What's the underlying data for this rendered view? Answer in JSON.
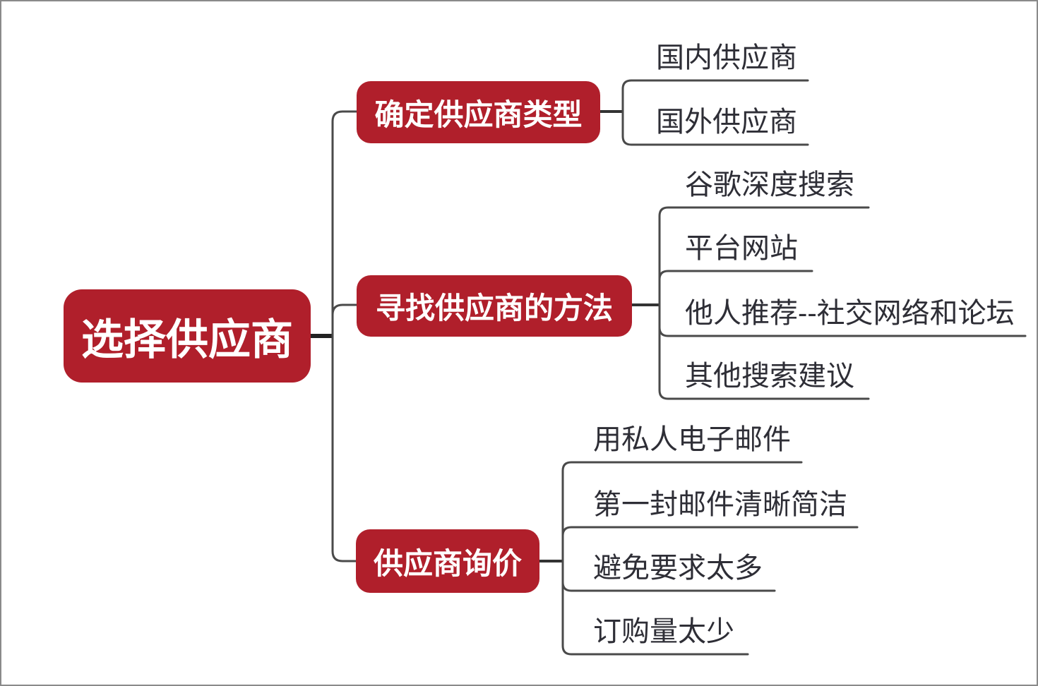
{
  "diagram": {
    "type": "mindmap",
    "root": {
      "label": "选择供应商"
    },
    "branches": [
      {
        "label": "确定供应商类型",
        "children": [
          {
            "label": "国内供应商"
          },
          {
            "label": "国外供应商"
          }
        ]
      },
      {
        "label": "寻找供应商的方法",
        "children": [
          {
            "label": "谷歌深度搜索"
          },
          {
            "label": "平台网站"
          },
          {
            "label": "他人推荐--社交网络和论坛"
          },
          {
            "label": "其他搜索建议"
          }
        ]
      },
      {
        "label": "供应商询价",
        "children": [
          {
            "label": "用私人电子邮件"
          },
          {
            "label": "第一封邮件清晰简洁"
          },
          {
            "label": "避免要求太多"
          },
          {
            "label": "订购量太少"
          }
        ]
      }
    ],
    "colors": {
      "node": "#B01F2B",
      "node_text": "#FFFFFF",
      "line": "#4A4A4A",
      "trunk": "#222222",
      "leaf_text": "#2E2E36",
      "frame": "#8A8A8A",
      "background": "#FFFFFF"
    }
  }
}
